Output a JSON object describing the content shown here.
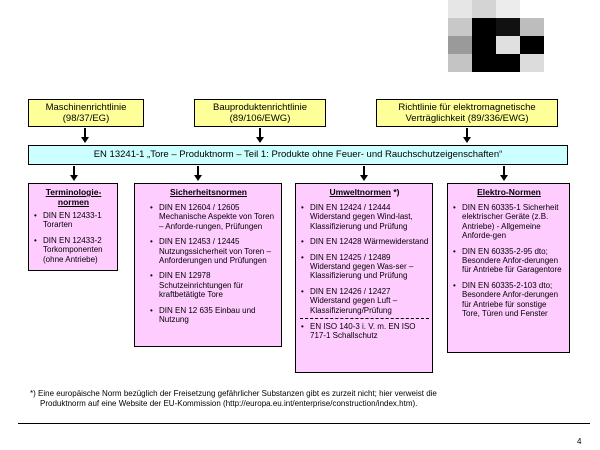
{
  "colors": {
    "directive_box": "#ffff99",
    "norm_box": "#ccffff",
    "category_box": "#ffccff"
  },
  "directives": [
    {
      "line1": "Maschinenrichtlinie",
      "line2": "(98/37/EG)"
    },
    {
      "line1": "Bauproduktenrichtlinie",
      "line2": "(89/106/EWG)"
    },
    {
      "line1": "Richtlinie für elektromagnetische",
      "line2": "Verträglichkeit (89/336/EWG)"
    }
  ],
  "product_norm": "EN 13241-1 „Tore – Produktnorm – Teil 1: Produkte ohne Feuer- und Rauchschutzeigenschaften“",
  "categories": {
    "terminology": {
      "title_line1": "Terminologie-",
      "title_line2": "normen",
      "items": [
        "DIN EN 12433-1 Torarten",
        "DIN EN 12433-2 Torkomponenten (ohne Antriebe)"
      ]
    },
    "safety": {
      "title": "Sicherheitsnormen",
      "items": [
        "DIN EN 12604 / 12605 Mechanische Aspekte von Toren – Anforde-rungen, Prüfungen",
        "DIN EN 12453 / 12445 Nutzungssicherheit von Toren – Anforderungen und Prüfungen",
        "DIN EN 12978 Schutzeinrichtungen für kraftbetätigte Tore",
        "DIN EN 12 635 Einbau und Nutzung"
      ]
    },
    "environment": {
      "title": "Umweltnormen",
      "title_suffix": " *)",
      "items": [
        "DIN EN 12424 / 12444 Widerstand gegen Wind-last, Klassifizierung und Prüfung",
        "DIN EN 12428 Wärmewiderstand",
        "DIN EN 12425 / 12489 Widerstand gegen Was-ser – Klassifizierung und Prüfung",
        "DIN EN 12426 / 12427 Widerstand gegen Luft – Klassifizierung/Prüfung"
      ],
      "extra_items": [
        "EN ISO 140-3 i. V. m. EN ISO 717-1 Schallschutz"
      ]
    },
    "electro": {
      "title": "Elektro-Normen",
      "items": [
        "DIN EN 60335-1 Sicherheit elektrischer Geräte (z.B. Antriebe) - Allgemeine Anforde-gen",
        "DIN EN 60335-2-95 dto; Besondere Anfor-derungen für Antriebe für Garagentore",
        "DIN EN 60335-2-103 dto; Besondere Anfor-derungen für Antriebe für sonstige Tore, Türen und Fenster"
      ]
    }
  },
  "footnote": {
    "line1": "*) Eine europäische Norm bezüglich der Freisetzung gefährlicher Substanzen gibt es zurzeit nicht; hier verweist die",
    "line2": "Produktnorm auf eine Website der EU-Kommission (http://europa.eu.int/enterprise/construction/index.htm)."
  },
  "page_number": "4"
}
